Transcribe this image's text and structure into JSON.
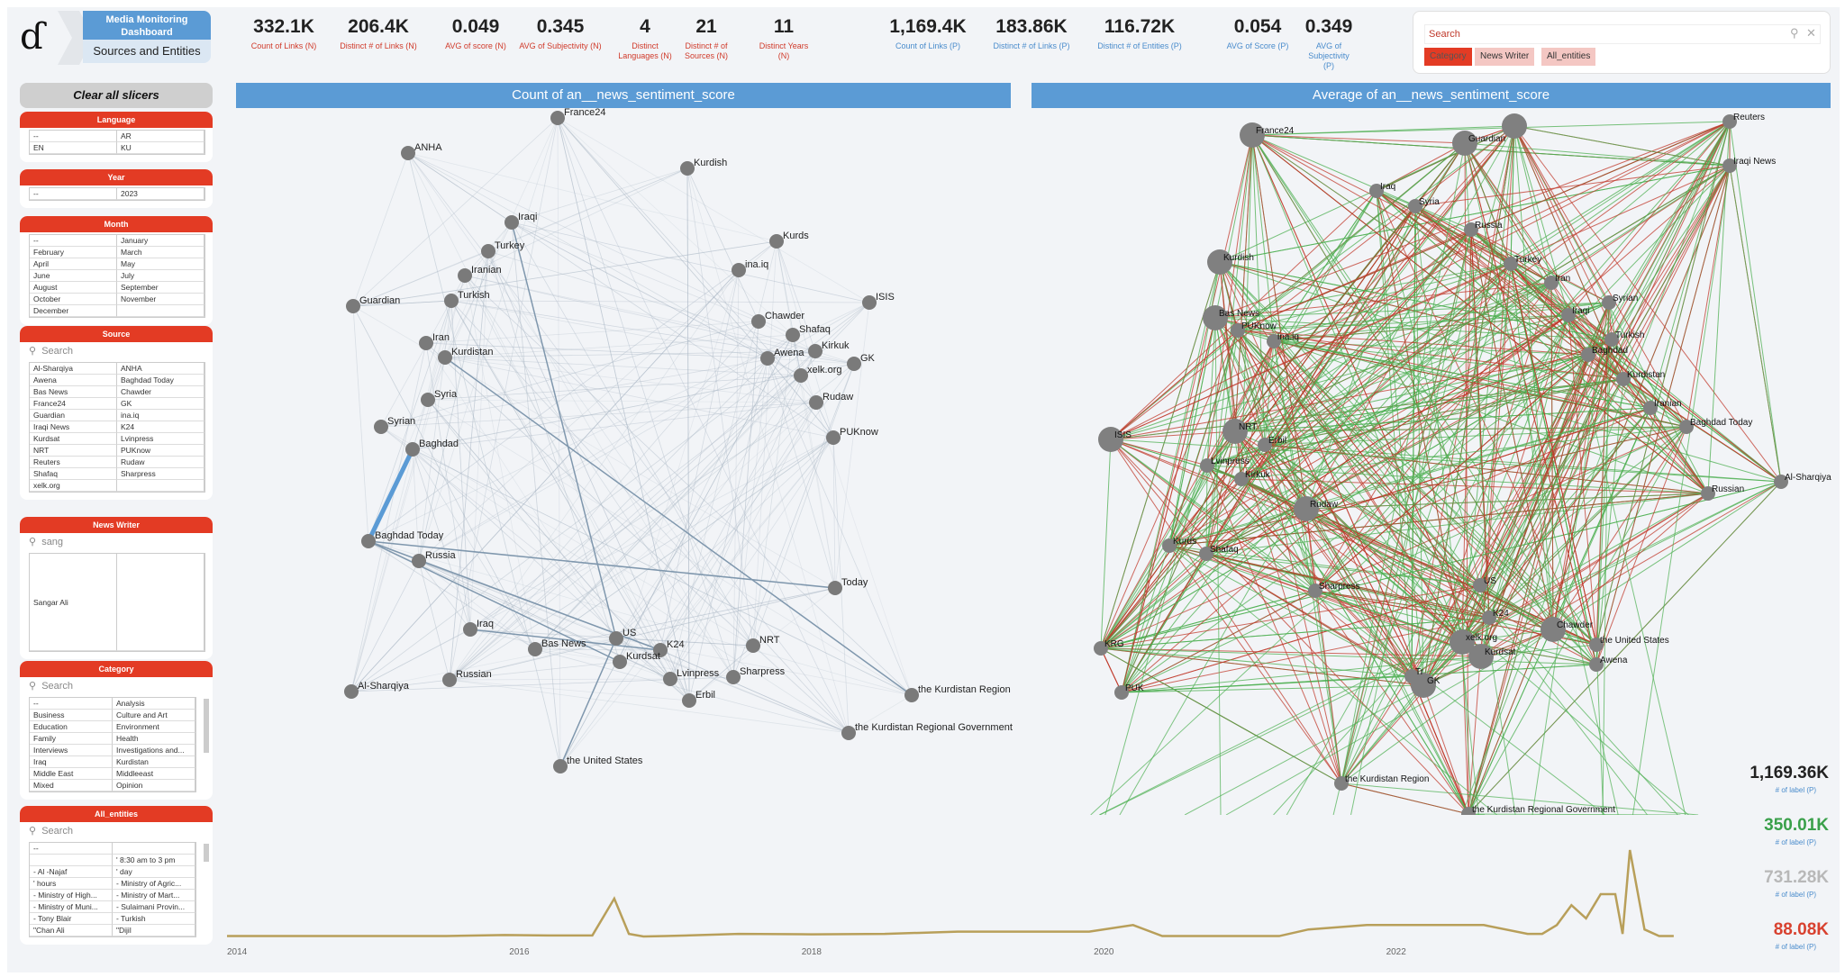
{
  "header": {
    "logo": "ɗ",
    "title": "Media Monitoring Dashboard",
    "subtitle": "Sources and Entities"
  },
  "kpis_n": [
    {
      "value": "332.1K",
      "label": "Count of Links (N)"
    },
    {
      "value": "206.4K",
      "label": "Distinct # of Links (N)"
    },
    {
      "value": "0.049",
      "label": "AVG of score (N)"
    },
    {
      "value": "0.345",
      "label": "AVG of Subjectivity (N)"
    },
    {
      "value": "4",
      "label": "Distinct Languages (N)"
    },
    {
      "value": "21",
      "label": "Distinct # of Sources (N)"
    },
    {
      "value": "11",
      "label": "Distinct Years (N)"
    }
  ],
  "kpis_p": [
    {
      "value": "1,169.4K",
      "label": "Count of Links (P)"
    },
    {
      "value": "183.86K",
      "label": "Distinct # of Links (P)"
    },
    {
      "value": "116.72K",
      "label": "Distinct # of Entities (P)"
    },
    {
      "value": "0.054",
      "label": "AVG of Score (P)"
    },
    {
      "value": "0.349",
      "label": "AVG of Subjectivity (P)"
    }
  ],
  "search": {
    "placeholder": "Search",
    "chips": [
      "Category",
      "News Writer",
      "All_entities"
    ]
  },
  "sidebar": {
    "clear": "Clear all slicers",
    "language": {
      "title": "Language",
      "items": [
        "--",
        "AR",
        "EN",
        "KU"
      ]
    },
    "year": {
      "title": "Year",
      "items": [
        "--",
        "2023"
      ]
    },
    "month": {
      "title": "Month",
      "items": [
        "--",
        "January",
        "February",
        "March",
        "April",
        "May",
        "June",
        "July",
        "August",
        "September",
        "October",
        "November",
        "December",
        ""
      ]
    },
    "source": {
      "title": "Source",
      "search": "Search",
      "items": [
        "Al-Sharqiya",
        "ANHA",
        "Awena",
        "Baghdad Today",
        "Bas News",
        "Chawder",
        "France24",
        "GK",
        "Guardian",
        "ina.iq",
        "Iraqi News",
        "K24",
        "Kurdsat",
        "Lvinpress",
        "NRT",
        "PUKnow",
        "Reuters",
        "Rudaw",
        "Shafaq",
        "Sharpress",
        "xelk.org",
        ""
      ]
    },
    "writer": {
      "title": "News Writer",
      "search": "sang",
      "items": [
        "Sangar Ali"
      ]
    },
    "category": {
      "title": "Category",
      "search": "Search",
      "items": [
        "--",
        "Analysis",
        "Business",
        "Culture and Art",
        "Education",
        "Environment",
        "Family",
        "Health",
        "Interviews",
        "Investigations and...",
        "Iraq",
        "Kurdistan",
        "Middle East",
        "Middleeast",
        "Mixed",
        "Opinion"
      ]
    },
    "entities": {
      "title": "All_entities",
      "search": "Search",
      "items": [
        "--",
        "",
        "",
        "' 8:30 am to 3 pm",
        "- Al -Najaf",
        "' day",
        "' hours",
        "- Ministry of Agric...",
        "- Ministry of High...",
        "- Ministry of Mart...",
        "- Ministry of Muni...",
        "- Sulaimani Provin...",
        "- Tony Blair",
        "- Turkish",
        "\"Chan Ali",
        "\"Dijil"
      ]
    }
  },
  "left_graph": {
    "title": "Count of an__news_sentiment_score",
    "nodes": [
      "France24",
      "ANHA",
      "Kurdish",
      "Iraqi",
      "Turkey",
      "Kurds",
      "Iranian",
      "ina.iq",
      "Guardian",
      "Turkish",
      "ISIS",
      "Chawder",
      "Shafaq",
      "Kirkuk",
      "Iran",
      "Kurdistan",
      "Awena",
      "xelk.org",
      "GK",
      "Syria",
      "Rudaw",
      "Syrian",
      "PUKnow",
      "Baghdad",
      "Baghdad Today",
      "Russia",
      "Today",
      "Iraq",
      "US",
      "Bas News",
      "K24",
      "NRT",
      "Kurdsat",
      "Lvinpress",
      "Sharpress",
      "Russian",
      "Al-Sharqiya",
      "Erbil",
      "the Kurdistan Region",
      "the Kurdistan Regional Government",
      "the United States"
    ]
  },
  "right_graph": {
    "title": "Average of an__news_sentiment_score",
    "nodes": [
      "Guardian",
      "",
      "Reuters",
      "France24",
      "Iraqi News",
      "Iraq",
      "Syria",
      "Russia",
      "Kurdish",
      "Turkey",
      "Iran",
      "Bas News",
      "PUKnow",
      "ina.iq",
      "Iraqi",
      "Syrian",
      "Turkish",
      "Baghdad",
      "Kurdistan",
      "Iranian",
      "Baghdad Today",
      "Al-Sharqiya",
      "NRT",
      "Erbil",
      "ISIS",
      "Lvinpress",
      "Kirkuk",
      "Russian",
      "Rudaw",
      "Kurds",
      "Shafaq",
      "Sharpress",
      "US",
      "K24",
      "Chawder",
      "the United States",
      "xelk.org",
      "Kurdsat",
      "KRG",
      "Tr",
      "GK",
      "PUK",
      "the Kurdistan Region",
      "the Kurdistan Regional Government",
      "Awena"
    ],
    "colors": {
      "positive": "#4caf50",
      "negative": "#c0392b"
    }
  },
  "chart_data": {
    "type": "line",
    "x_ticks": [
      "2014",
      "2016",
      "2018",
      "2020",
      "2022"
    ],
    "xlim": [
      2014,
      2024
    ],
    "color": "#b89f5a",
    "x": [
      2014,
      2014.5,
      2015,
      2015.5,
      2015.9,
      2016.2,
      2016.5,
      2016.65,
      2016.75,
      2016.85,
      2017,
      2017.5,
      2018,
      2018.5,
      2019,
      2019.5,
      2019.9,
      2020.2,
      2020.4,
      2020.8,
      2021.2,
      2021.4,
      2021.8,
      2022.2,
      2022.6,
      2022.9,
      2023.0,
      2023.1,
      2023.2,
      2023.3,
      2023.4,
      2023.5,
      2023.55,
      2023.6,
      2023.7,
      2023.8,
      2023.9
    ],
    "values": [
      1,
      1,
      1,
      1,
      1.5,
      1.3,
      1.3,
      18,
      2,
      0.8,
      1,
      2,
      1.8,
      2,
      3,
      3,
      3,
      6,
      1,
      1,
      1,
      4,
      6,
      6,
      6,
      2,
      2,
      6,
      15,
      9,
      20,
      20,
      2,
      40,
      4,
      1,
      1
    ]
  },
  "totals": [
    {
      "value": "1,169.36K",
      "label": "# of label (P)",
      "color": "#222"
    },
    {
      "value": "350.01K",
      "label": "# of label (P)",
      "color": "#3aa04a"
    },
    {
      "value": "731.28K",
      "label": "# of label (P)",
      "color": "#b8b8b8"
    },
    {
      "value": "88.08K",
      "label": "# of label (P)",
      "color": "#d8412f"
    }
  ]
}
